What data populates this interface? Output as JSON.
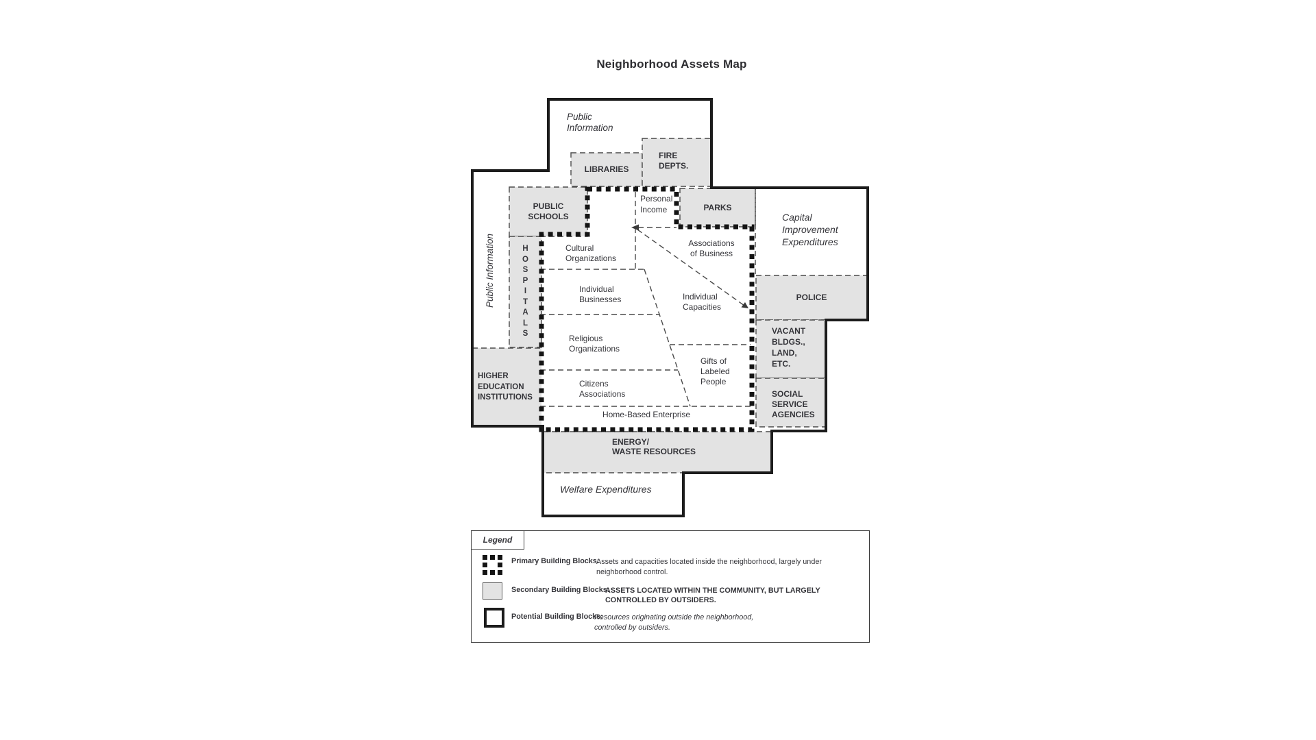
{
  "title": "Neighborhood Assets Map",
  "map": {
    "potential_areas": {
      "public_information_top": "Public\nInformation",
      "public_information_left": "Public Information",
      "capital_improvement": "Capital\nImprovement\nExpenditures",
      "welfare": "Welfare Expenditures"
    },
    "secondary_boxes": {
      "libraries": "LIBRARIES",
      "fire_depts": "FIRE\nDEPTS.",
      "public_schools": "PUBLIC\nSCHOOLS",
      "parks": "PARKS",
      "hospitals": "HOSPITALS",
      "higher_education": "HIGHER\nEDUCATION\nINSTITUTIONS",
      "police": "POLICE",
      "vacant_bldgs": "VACANT\nBLDGS.,\nLAND,\nETC.",
      "social_service": "SOCIAL\nSERVICE\nAGENCIES",
      "energy_waste": "ENERGY/\nWASTE RESOURCES"
    },
    "primary_labels": {
      "personal_income": "Personal\nIncome",
      "cultural_organizations": "Cultural\nOrganizations",
      "associations_of_business": "Associations\nof Business",
      "individual_businesses": "Individual\nBusinesses",
      "individual_capacities": "Individual\nCapacities",
      "religious_organizations": "Religious\nOrganizations",
      "gifts_of_labeled_people": "Gifts of\nLabeled\nPeople",
      "citizens_associations": "Citizens\nAssociations",
      "home_based_enterprise": "Home-Based Enterprise"
    }
  },
  "legend": {
    "title": "Legend",
    "rows": [
      {
        "icon": "dotted-square-icon",
        "key": "Primary Building Blocks:",
        "desc": "Assets and capacities located inside the neighborhood, largely under\nneighborhood control."
      },
      {
        "icon": "gray-square-icon",
        "key": "Secondary Building Blocks:",
        "desc": "ASSETS LOCATED WITHIN THE COMMUNITY, BUT LARGELY\nCONTROLLED BY OUTSIDERS."
      },
      {
        "icon": "thick-border-square-icon",
        "key": "Potential Building Blocks:",
        "desc": "Resources originating outside the neighborhood,\ncontrolled by outsiders."
      }
    ]
  },
  "colors": {
    "secondary_fill": "#e3e3e3",
    "outline": "#1c1c1c",
    "dashed_line": "#4a4a4a",
    "text": "#35353a"
  }
}
